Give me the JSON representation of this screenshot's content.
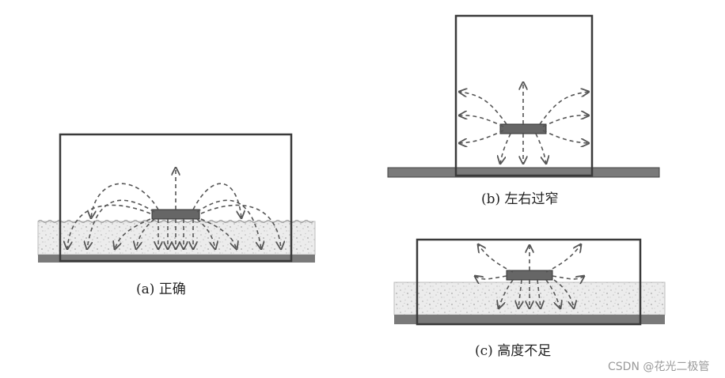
{
  "captions": {
    "a": "(a)  正确",
    "b": "(b)  左右过窄",
    "c": "(c)  高度不足"
  },
  "watermark": "CSDN @花光二极管",
  "colors": {
    "frame": "#3a3a3a",
    "substrate": "#7a7a7a",
    "filler": "#e6e6e6",
    "arrow": "#555555",
    "chip": "#666666"
  }
}
